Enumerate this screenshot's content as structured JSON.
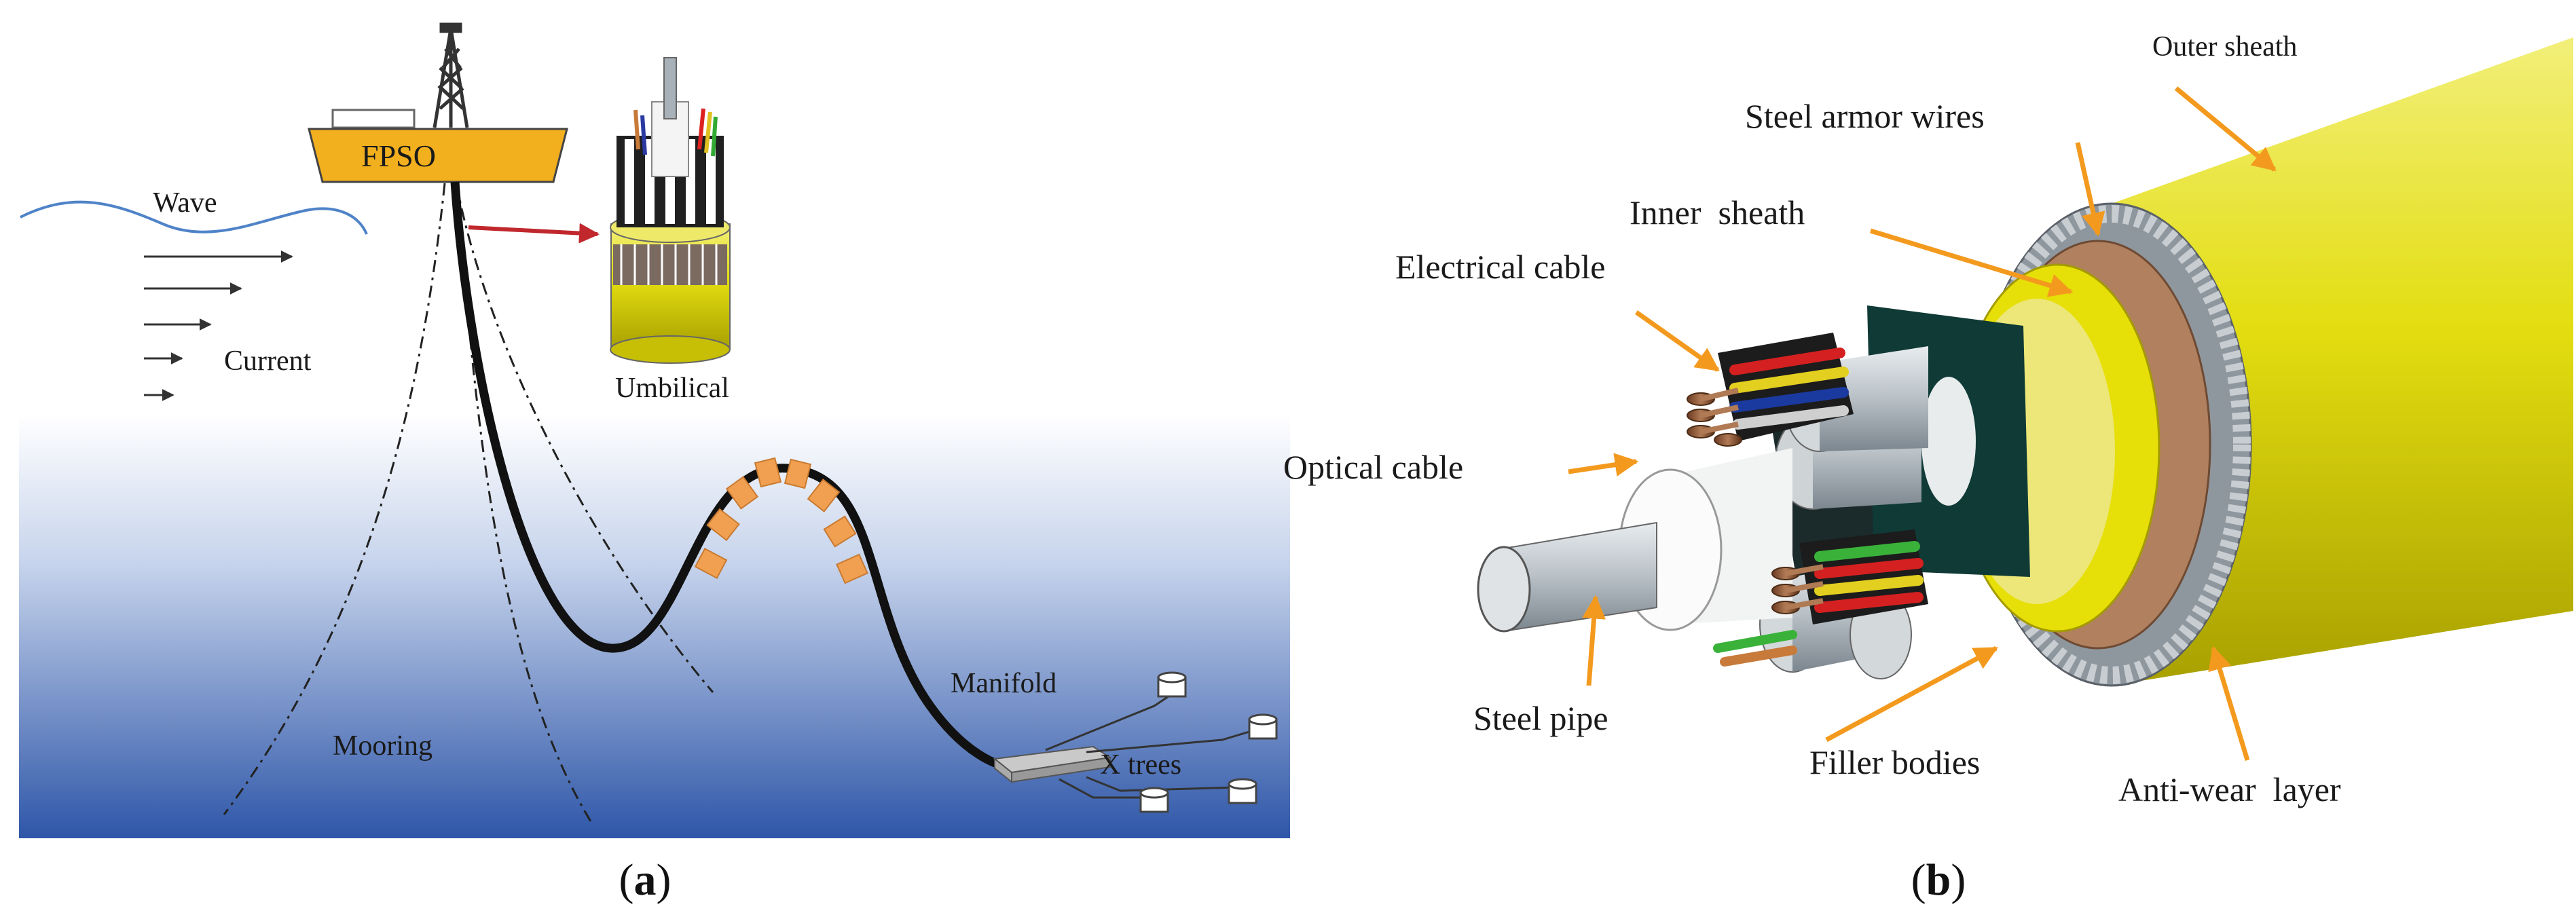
{
  "panel_a": {
    "caption_letter": "a",
    "labels": {
      "fpso": "FPSO",
      "wave": "Wave",
      "current": "Current",
      "umbilical": "Umbilical",
      "mooring": "Mooring",
      "manifold": "Manifold",
      "x_trees": "X trees"
    }
  },
  "panel_b": {
    "caption_letter": "b",
    "labels": {
      "outer_sheath": "Outer sheath",
      "steel_armor_wires": "Steel armor wires",
      "inner_sheath": "Inner  sheath",
      "electrical_cable": "Electrical cable",
      "optical_cable": "Optical cable",
      "steel_pipe": "Steel pipe",
      "filler_bodies": "Filler bodies",
      "anti_wear_layer": "Anti-wear  layer"
    }
  },
  "colors": {
    "fpso_hull": "#f2b01e",
    "sea_top": "#ffffff",
    "sea_bottom": "#2e56a8",
    "buoyancy": "#f0a050",
    "pointer_red": "#c0282d",
    "leader_orange": "#f39a1e",
    "sheath_yellow": "#e8e20c"
  }
}
